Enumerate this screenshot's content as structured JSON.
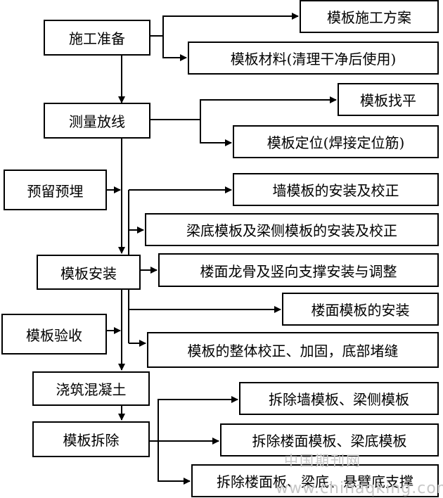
{
  "steps": {
    "prep": "施工准备",
    "survey": "测量放线",
    "embed": "预留预埋",
    "install": "模板安装",
    "accept": "模板验收",
    "pour": "浇筑混凝土",
    "remove": "模板拆除"
  },
  "details": {
    "plan": "模板施工方案",
    "material": "模板材料(清理干净后使用)",
    "level": "模板找平",
    "position": "模板定位(焊接定位筋)",
    "wall": "墙模板的安装及校正",
    "beam": "梁底模板及梁侧模板的安装及校正",
    "joist": "楼面龙骨及竖向支撑安装与调整",
    "floor": "楼面模板的安装",
    "whole": "模板的整体校正、加固，底部堵缝",
    "rm_wall": "拆除墙模板、梁侧模板",
    "rm_floor": "拆除楼面模板、梁底模板",
    "rm_support": "拆除楼面板、梁底、悬臂底支撑"
  },
  "watermark": {
    "cn": "中国期刊网",
    "url": "www.chinaqking.com"
  }
}
